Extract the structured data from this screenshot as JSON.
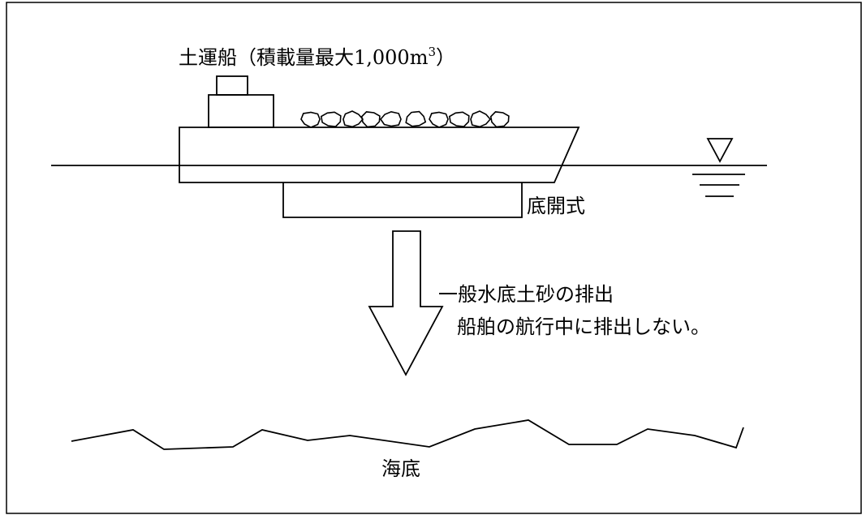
{
  "labels": {
    "vessel_name": "土運船（積載量最大1,000m",
    "vessel_sup": "3",
    "vessel_close": "）",
    "bottom_opening": "底開式",
    "discharge_line1": "一般水底土砂の排出",
    "discharge_line2": "船舶の航行中に排出しない。",
    "seabed": "海底"
  }
}
